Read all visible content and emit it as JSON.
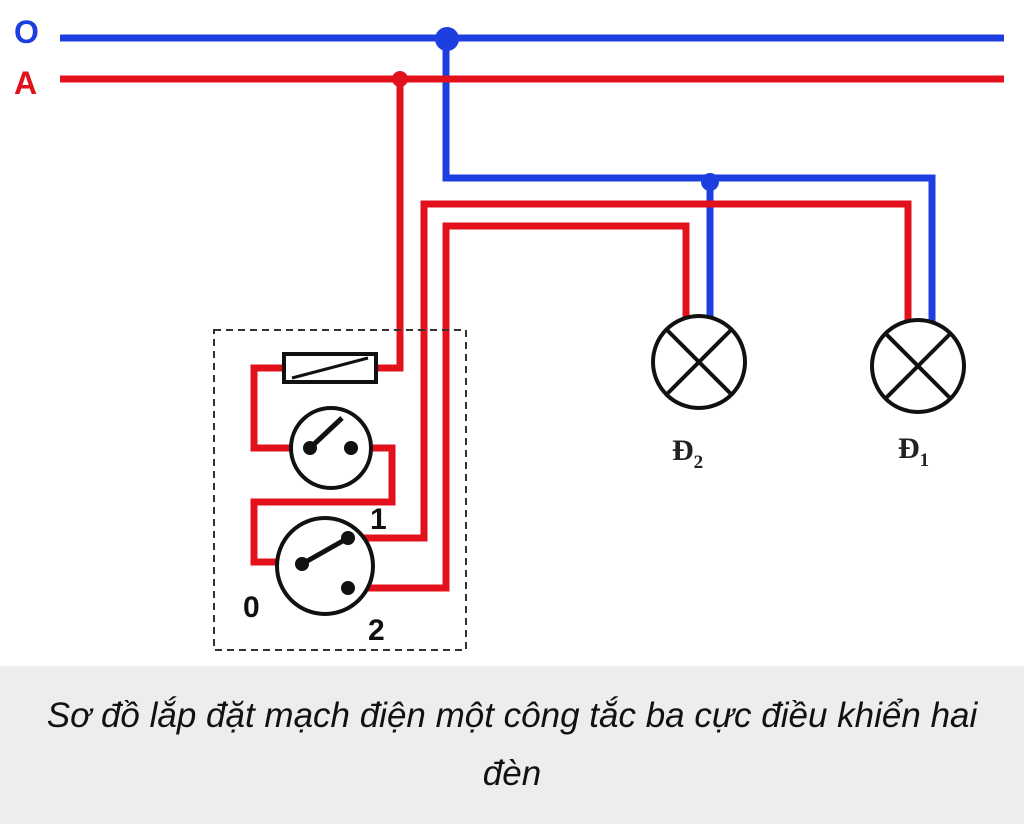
{
  "buses": {
    "neutral_label": "O",
    "live_label": "A"
  },
  "switch_terminals": {
    "t0": "0",
    "t1": "1",
    "t2": "2"
  },
  "lamps": {
    "d2": {
      "letter": "Đ",
      "sub": "2"
    },
    "d1": {
      "letter": "Đ",
      "sub": "1"
    }
  },
  "colors": {
    "neutral_wire": "#1d3fe0",
    "live_wire": "#e3111b",
    "symbol_stroke": "#111111",
    "caption_bg": "#ededed"
  },
  "caption": "Sơ đồ lắp đặt mạch điện một công tắc ba cực điều khiển hai đèn"
}
